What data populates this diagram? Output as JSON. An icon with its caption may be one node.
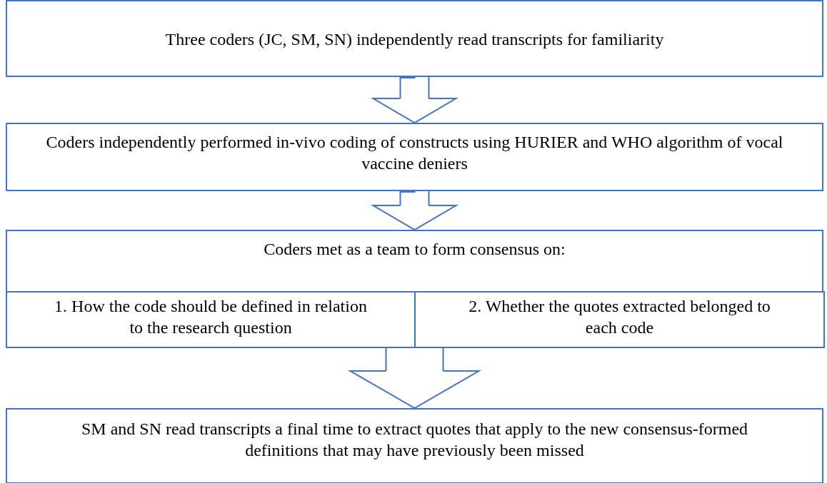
{
  "diagram": {
    "nodes": [
      {
        "text": [
          "Three coders (JC, SM, SN) independently read transcripts for familiarity"
        ]
      },
      {
        "text": [
          "Coders independently performed in-vivo coding of constructs using HURIER and WHO algorithm of vocal vaccine deniers"
        ]
      },
      {
        "text": [
          "Coders met as a team to form consensus on:"
        ]
      },
      {
        "text": [
          "1. How the code should be defined in relation to the research question"
        ],
        "in": 2
      },
      {
        "text": [
          "2. Whether the quotes extracted belonged to each code"
        ],
        "in": 2
      },
      {
        "text": [
          "SM and SN read transcripts a final time to extract quotes that apply to the new consensus-formed definitions that may have previously been missed"
        ]
      }
    ],
    "edges": [
      {
        "from": 0,
        "to": 1,
        "arrow": "to"
      },
      {
        "from": 1,
        "to": 2,
        "arrow": "to"
      },
      {
        "from": 2,
        "to": 5,
        "arrow": "to"
      }
    ]
  }
}
